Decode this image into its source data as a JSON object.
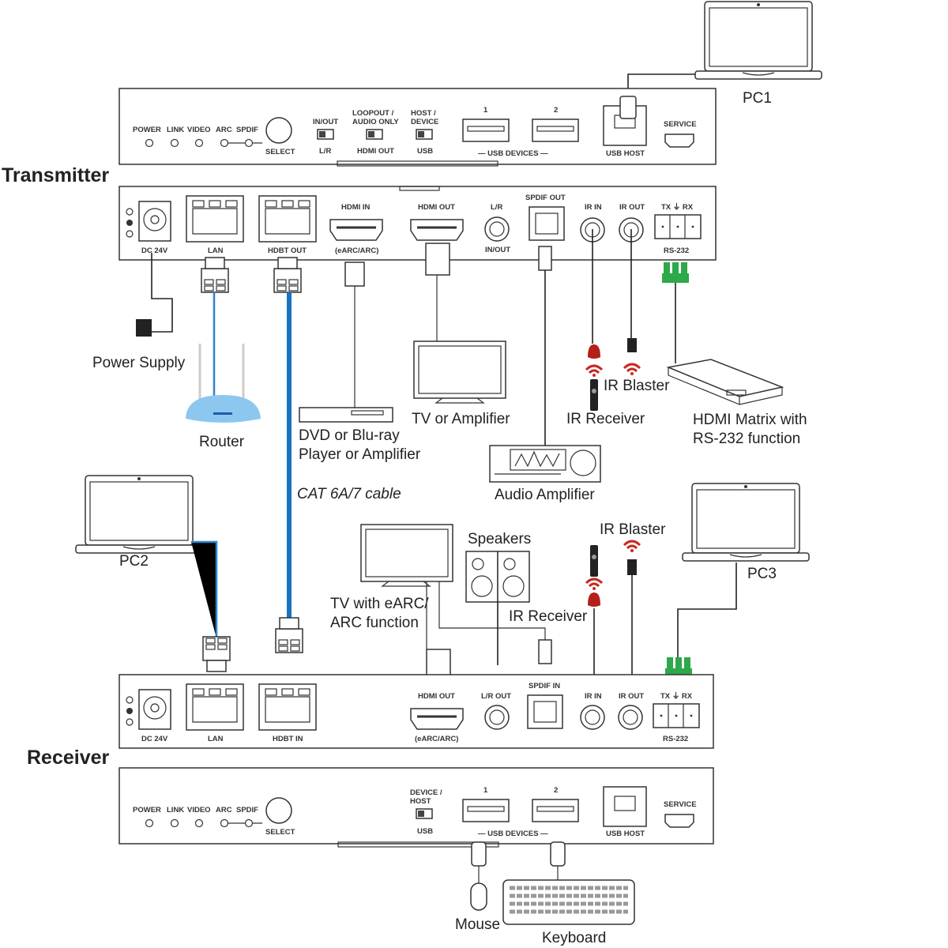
{
  "titles": {
    "transmitter": "Transmitter",
    "receiver": "Receiver"
  },
  "colors": {
    "cat_cable": "#1a73c0",
    "lan_cable": "#2a86d1",
    "rs232_plug": "#2ea84a",
    "ir_red": "#b3201a",
    "router_blue": "#8cc7ef"
  },
  "tx_front": {
    "leds": [
      "POWER",
      "LINK",
      "VIDEO",
      "ARC",
      "SPDIF"
    ],
    "select": "SELECT",
    "switch1_top": "IN/OUT",
    "switch1_bottom": "L/R",
    "switch2_top1": "LOOPOUT /",
    "switch2_top2": "AUDIO ONLY",
    "switch2_bottom": "HDMI OUT",
    "switch3_top1": "HOST /",
    "switch3_top2": "DEVICE",
    "switch3_bottom": "USB",
    "usb1": "1",
    "usb2": "2",
    "usb_devices": "— USB DEVICES —",
    "usb_host": "USB HOST",
    "service": "SERVICE"
  },
  "tx_rear": {
    "dc": "DC 24V",
    "lan": "LAN",
    "hdbt": "HDBT OUT",
    "hdmi_in": "HDMI IN",
    "hdmi_in_sub": "(eARC/ARC)",
    "hdmi_out": "HDMI OUT",
    "lr_top": "L/R",
    "lr_bottom": "IN/OUT",
    "spdif": "SPDIF OUT",
    "ir_in": "IR IN",
    "ir_out": "IR OUT",
    "rs_top": "TX ⏚ RX",
    "rs_bottom": "RS-232"
  },
  "rx_rear": {
    "dc": "DC 24V",
    "lan": "LAN",
    "hdbt": "HDBT IN",
    "hdmi_out": "HDMI OUT",
    "hdmi_out_sub": "(eARC/ARC)",
    "lr": "L/R OUT",
    "spdif": "SPDIF IN",
    "ir_in": "IR IN",
    "ir_out": "IR OUT",
    "rs_top": "TX ⏚ RX",
    "rs_bottom": "RS-232"
  },
  "rx_front": {
    "leds": [
      "POWER",
      "LINK",
      "VIDEO",
      "ARC",
      "SPDIF"
    ],
    "select": "SELECT",
    "switch_top1": "DEVICE /",
    "switch_top2": "HOST",
    "switch_bottom": "USB",
    "usb1": "1",
    "usb2": "2",
    "usb_devices": "— USB DEVICES —",
    "usb_host": "USB HOST",
    "service": "SERVICE"
  },
  "devices": {
    "pc1": "PC1",
    "pc2": "PC2",
    "pc3": "PC3",
    "power_supply": "Power Supply",
    "router": "Router",
    "dvd1": "DVD or Blu-ray",
    "dvd2": "Player or Amplifier",
    "cat_cable": "CAT 6A/7 cable",
    "tv_amp": "TV or Amplifier",
    "audio_amp": "Audio Amplifier",
    "ir_receiver_tx": "IR Receiver",
    "ir_blaster_tx": "IR Blaster",
    "matrix1": "HDMI Matrix with",
    "matrix2": "RS-232 function",
    "speakers": "Speakers",
    "tv_earc1": "TV with eARC/",
    "tv_earc2": "ARC function",
    "ir_receiver_rx": "IR Receiver",
    "ir_blaster_rx": "IR Blaster",
    "mouse": "Mouse",
    "keyboard": "Keyboard"
  }
}
